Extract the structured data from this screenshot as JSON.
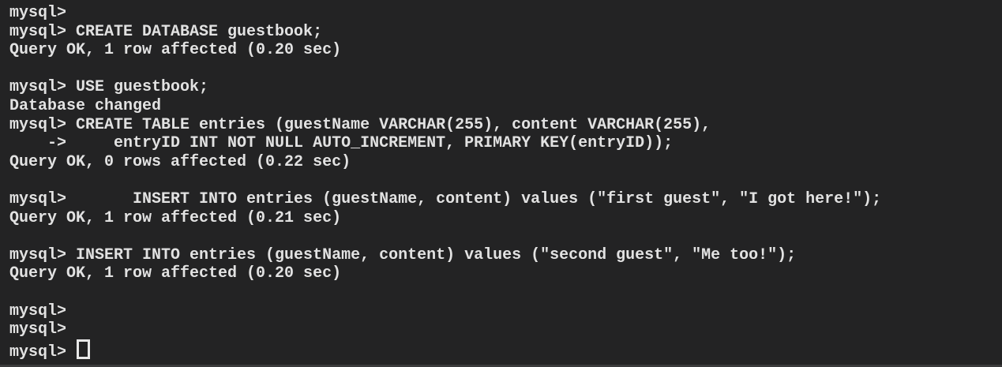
{
  "app": {
    "kind": "mysql-terminal-session",
    "prompt": "mysql>",
    "continuation_prompt": "->",
    "colors": {
      "background": "#232324",
      "text": "#e2e2e2",
      "bottom_edge": "#3a3a3b"
    }
  },
  "terminal": {
    "lines": [
      "mysql>",
      "mysql> CREATE DATABASE guestbook;",
      "Query OK, 1 row affected (0.20 sec)",
      "",
      "mysql> USE guestbook;",
      "Database changed",
      "mysql> CREATE TABLE entries (guestName VARCHAR(255), content VARCHAR(255),",
      "    ->     entryID INT NOT NULL AUTO_INCREMENT, PRIMARY KEY(entryID));",
      "Query OK, 0 rows affected (0.22 sec)",
      "",
      "mysql>       INSERT INTO entries (guestName, content) values (\"first guest\", \"I got here!\");",
      "Query OK, 1 row affected (0.21 sec)",
      "",
      "mysql> INSERT INTO entries (guestName, content) values (\"second guest\", \"Me too!\");",
      "Query OK, 1 row affected (0.20 sec)",
      "",
      "mysql>",
      "mysql>",
      "mysql> "
    ],
    "cursor": {
      "visible": true,
      "style": "hollow-block",
      "on_line_index": 18
    },
    "session_summary": {
      "database_created": "guestbook",
      "table_created": "entries",
      "rows_inserted": [
        {
          "guestName": "first guest",
          "content": "I got here!"
        },
        {
          "guestName": "second guest",
          "content": "Me too!"
        }
      ],
      "query_times_sec": [
        "0.20",
        "0.22",
        "0.21",
        "0.20"
      ]
    }
  }
}
